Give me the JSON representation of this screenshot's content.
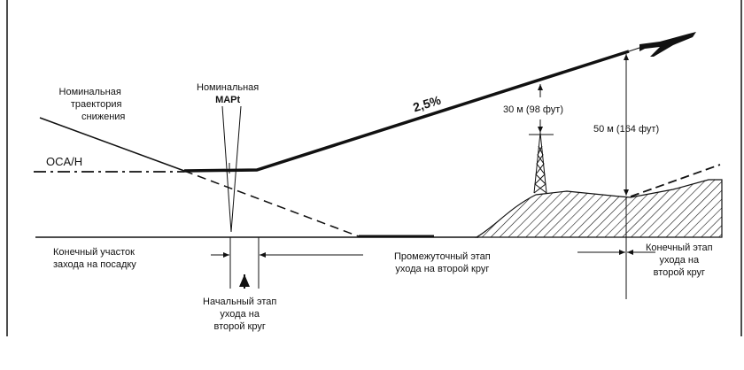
{
  "labels": {
    "descent_path": [
      "Номинальная",
      "траектория",
      "снижения"
    ],
    "mapt": [
      "Номинальная",
      "MAPt"
    ],
    "oca_h": "OCA/H",
    "gradient": "2,5%",
    "clearance_30": "30 м (98 фут)",
    "clearance_50": "50 м (164 фут)",
    "final_approach": [
      "Конечный участок",
      "захода на посадку"
    ],
    "initial_missed": [
      "Начальный этап",
      "ухода на",
      "второй круг"
    ],
    "intermediate_missed": [
      "Промежуточный этап",
      "ухода на второй круг"
    ],
    "final_missed": [
      "Конечный этап",
      "ухода на",
      "второй круг"
    ]
  }
}
